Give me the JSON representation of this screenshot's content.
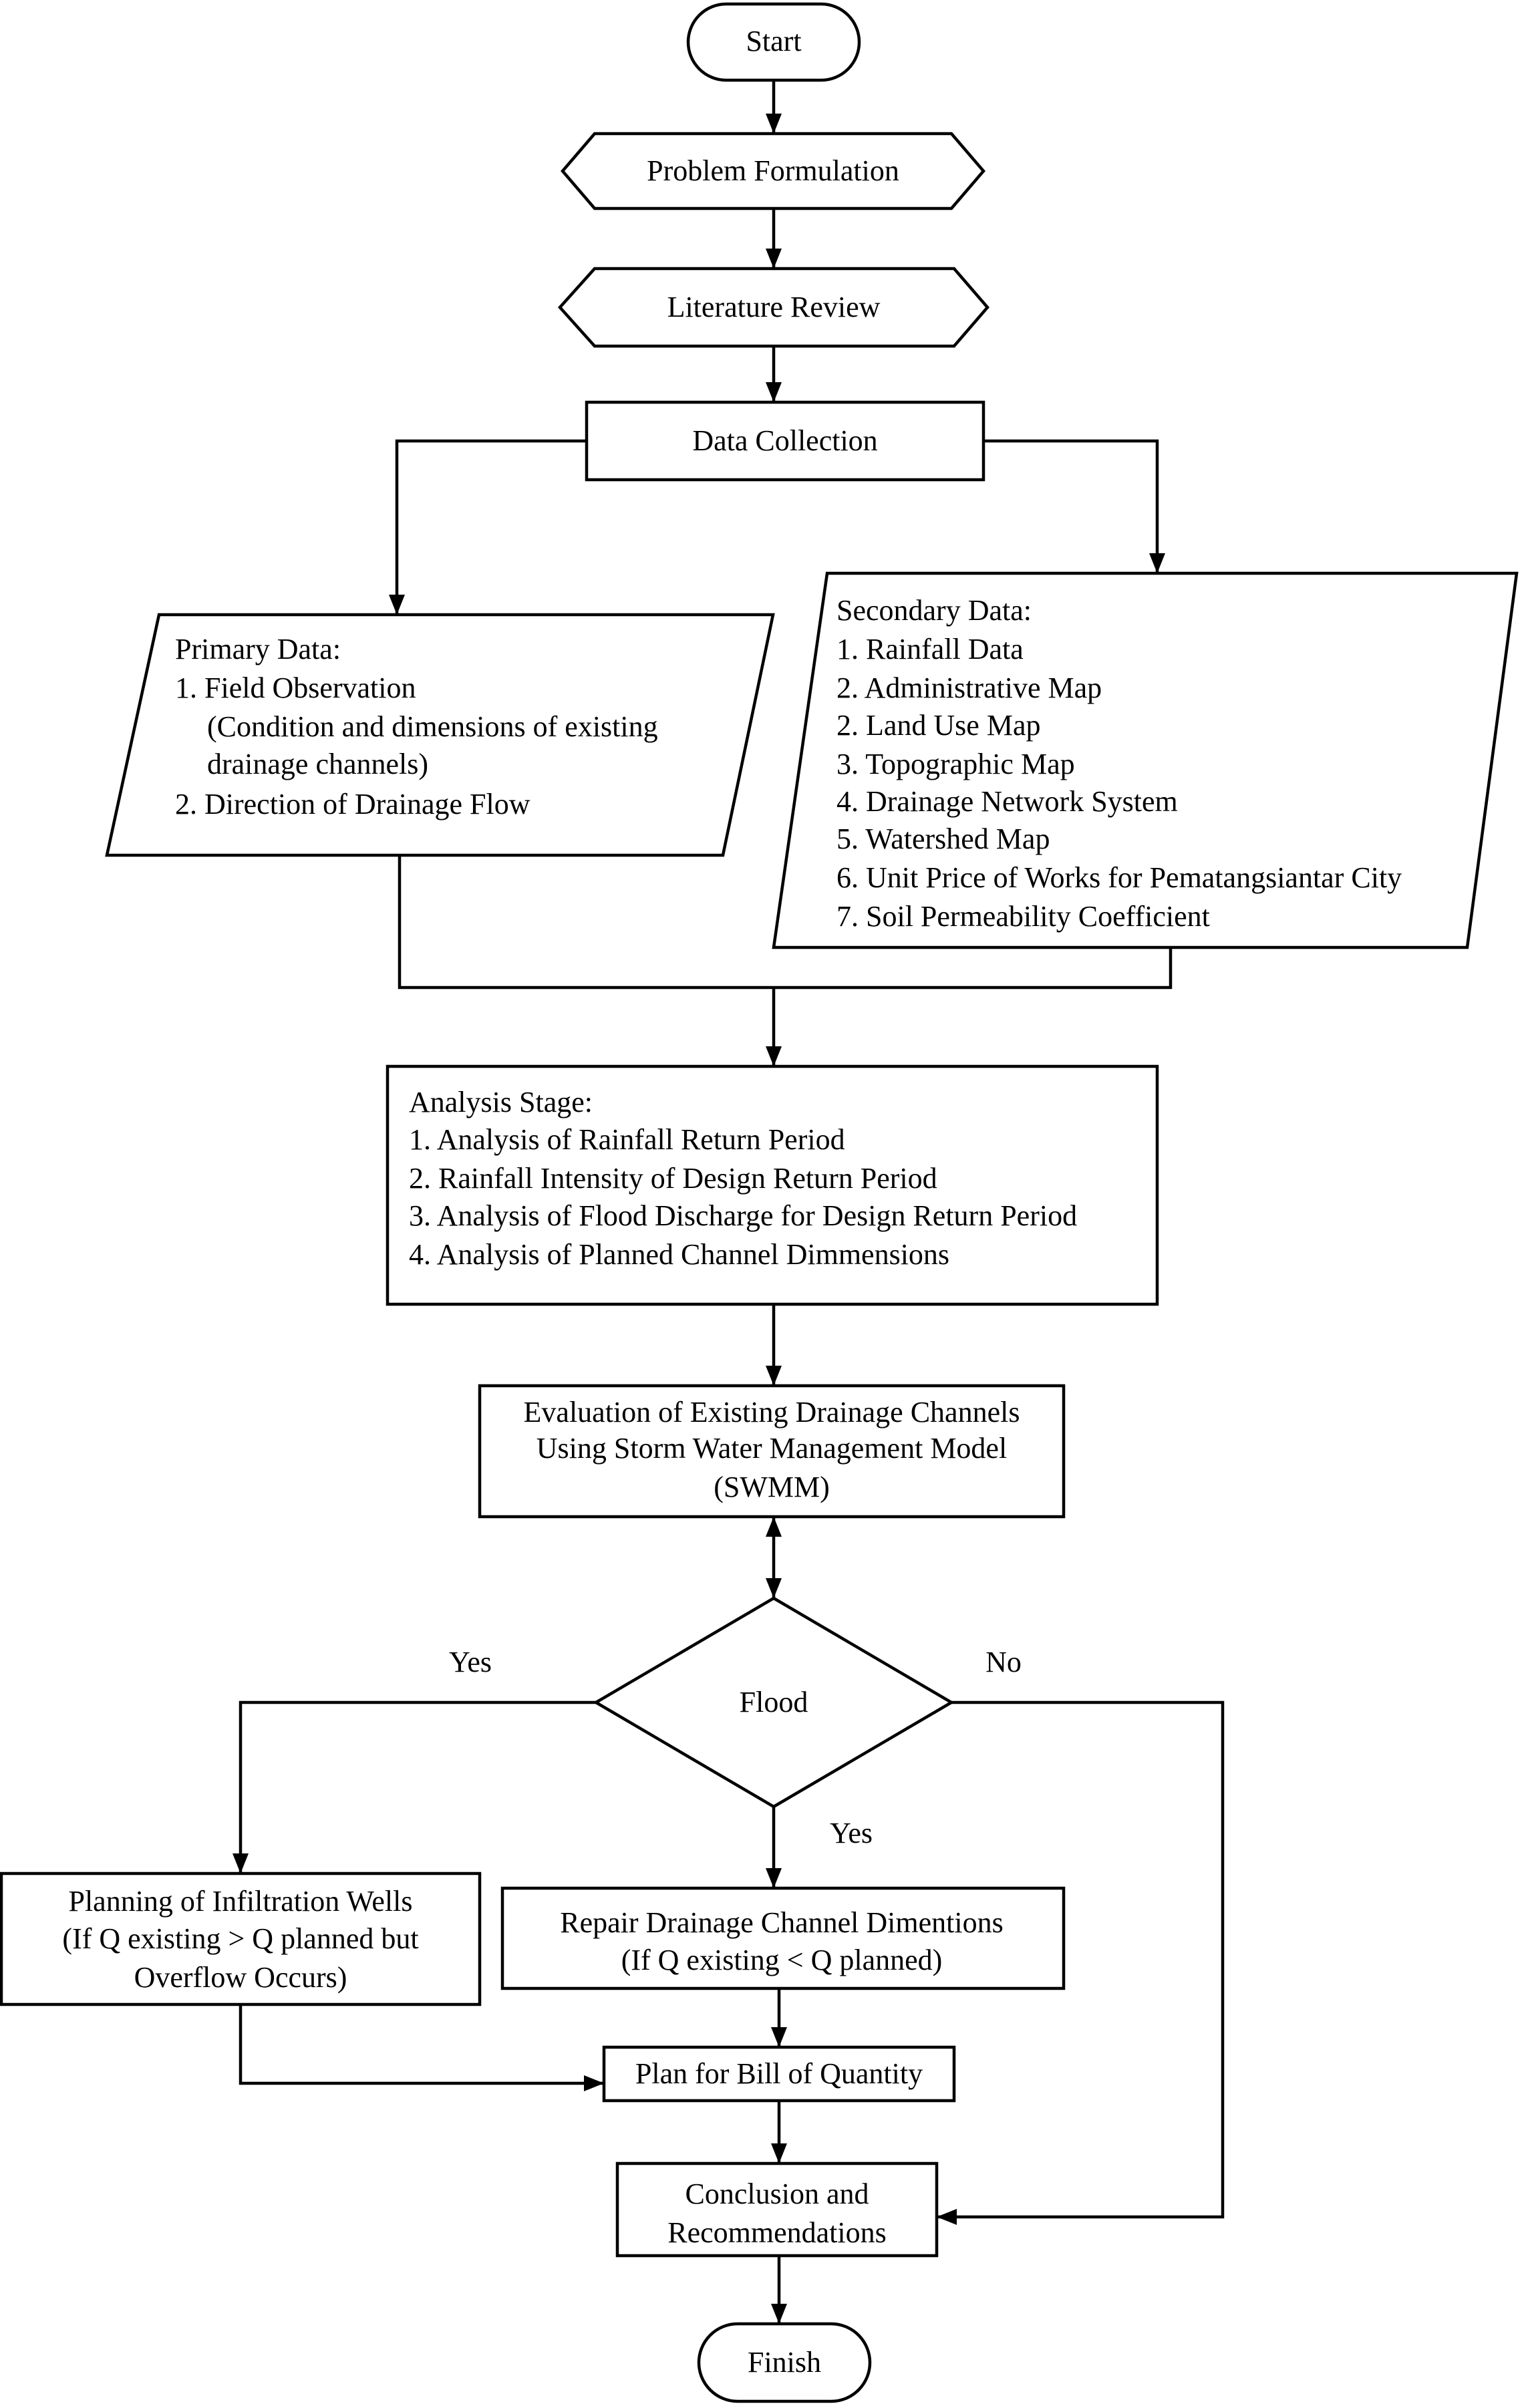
{
  "diagram": {
    "start": "Start",
    "problem_formulation": "Problem Formulation",
    "literature_review": "Literature Review",
    "data_collection": "Data Collection",
    "primary_data": {
      "heading": "Primary Data:",
      "items": [
        "1. Field Observation",
        "(Condition and dimensions of existing",
        "drainage channels)",
        "2. Direction of Drainage Flow"
      ]
    },
    "secondary_data": {
      "heading": "Secondary Data:",
      "items": [
        "1. Rainfall Data",
        "2. Administrative Map",
        "2. Land Use Map",
        "3. Topographic Map",
        "4. Drainage Network System",
        "5. Watershed Map",
        "6. Unit Price of Works for Pematangsiantar City",
        "7. Soil Permeability Coefficient"
      ]
    },
    "analysis_stage": {
      "heading": "Analysis Stage:",
      "items": [
        "1. Analysis of Rainfall Return Period",
        "2. Rainfall Intensity of Design Return Period",
        "3. Analysis of Flood Discharge for Design Return Period",
        "4. Analysis of Planned Channel Dimmensions"
      ]
    },
    "evaluation": [
      "Evaluation of Existing Drainage Channels",
      "Using Storm Water Management Model",
      "(SWMM)"
    ],
    "decision": "Flood",
    "label_yes_left": "Yes",
    "label_no_right": "No",
    "label_yes_down": "Yes",
    "infiltration_wells": [
      "Planning of Infiltration Wells",
      "(If Q existing > Q planned but",
      "Overflow Occurs)"
    ],
    "repair_channel": [
      "Repair Drainage Channel Dimentions",
      "(If Q existing < Q planned)"
    ],
    "bill_of_quantity": "Plan for Bill of Quantity",
    "conclusion": [
      "Conclusion and",
      "Recommendations"
    ],
    "finish": "Finish"
  }
}
